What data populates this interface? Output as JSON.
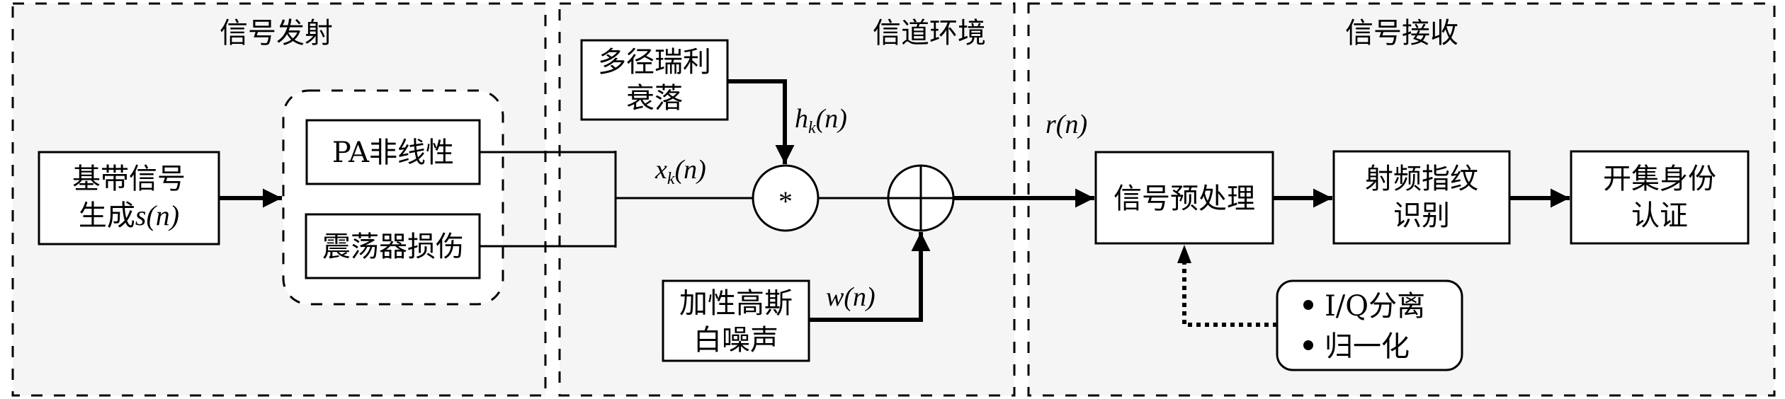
{
  "sections": {
    "transmit": {
      "title": "信号发射"
    },
    "channel": {
      "title": "信道环境"
    },
    "receive": {
      "title": "信号接收"
    }
  },
  "blocks": {
    "baseband": {
      "line1": "基带信号",
      "line2_text": "生成",
      "line2_math": "s(n)"
    },
    "pa": {
      "label": "PA非线性"
    },
    "oscillator": {
      "label": "震荡器损伤"
    },
    "rayleigh": {
      "line1": "多径瑞利",
      "line2": "衰落"
    },
    "awgn": {
      "line1": "加性高斯",
      "line2": "白噪声"
    },
    "preprocess": {
      "label": "信号预处理"
    },
    "rff": {
      "line1": "射频指纹",
      "line2": "识别"
    },
    "auth": {
      "line1": "开集身份",
      "line2": "认证"
    },
    "preprocess_steps": {
      "items": [
        "I/Q分离",
        "归一化"
      ]
    }
  },
  "operators": {
    "convolution": {
      "symbol": "*"
    },
    "sum": {
      "symbol": "⊕"
    }
  },
  "signals": {
    "x": "x",
    "x_sub": "k",
    "h": "h",
    "h_sub": "k",
    "arg": "(n)",
    "w": "w(n)",
    "r": "r(n)"
  },
  "icons": {
    "bullet": "•"
  }
}
